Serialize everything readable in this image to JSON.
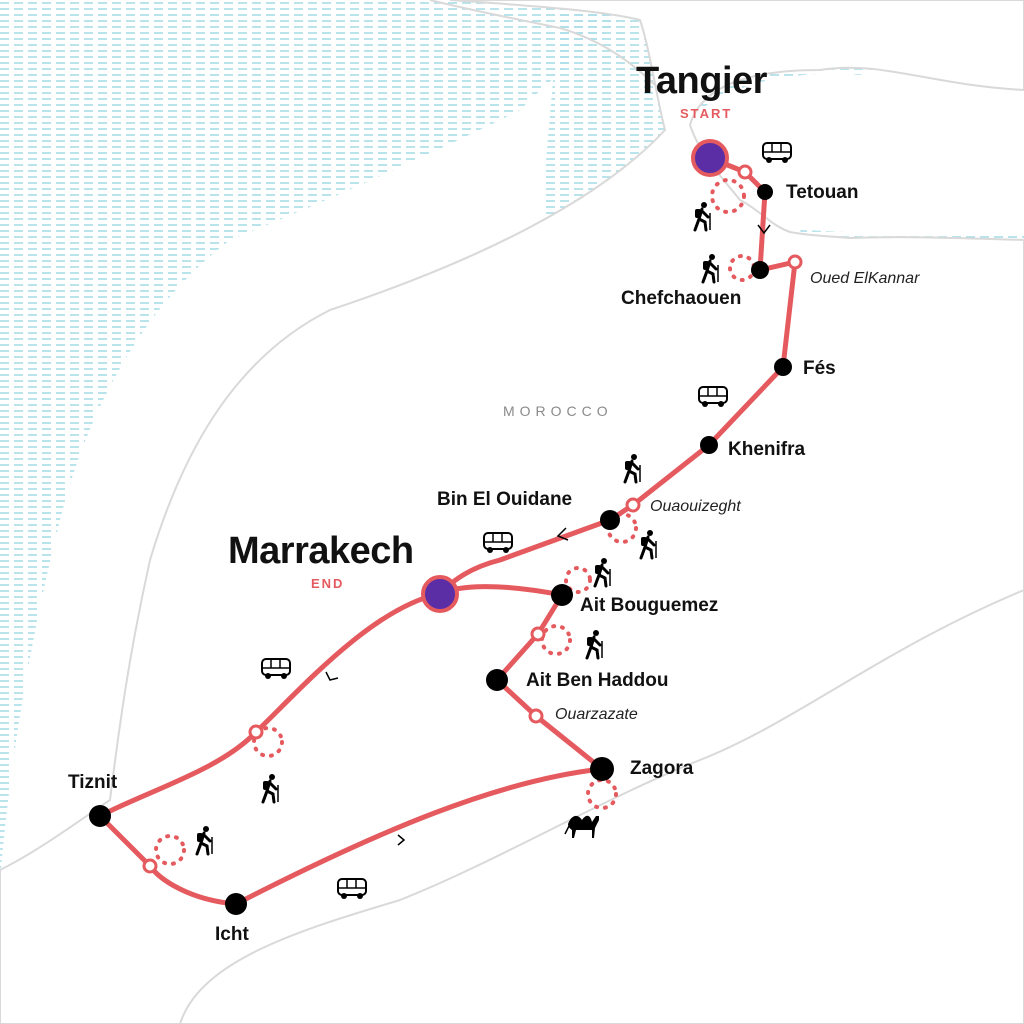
{
  "colors": {
    "route": "#e55a5e",
    "start_end_dot": "#5b2ea6",
    "city_dot": "#000000",
    "water_lines": "#a9dde8",
    "border": "#d9d9d9"
  },
  "country_label": "MOROCCO",
  "start": {
    "name": "Tangier",
    "tag": "START"
  },
  "end": {
    "name": "Marrakech",
    "tag": "END"
  },
  "cities": [
    "Tetouan",
    "Chefchaouen",
    "Fés",
    "Khenifra",
    "Bin El Ouidane",
    "Ait Bouguemez",
    "Ait Ben Haddou",
    "Zagora",
    "Icht",
    "Tiznit"
  ],
  "stops": [
    "Oued ElKannar",
    "Ouaouizeght",
    "Ouarzazate"
  ],
  "icons": [
    "bus-icon",
    "hiker-icon",
    "camel-icon",
    "direction-arrow-icon"
  ]
}
